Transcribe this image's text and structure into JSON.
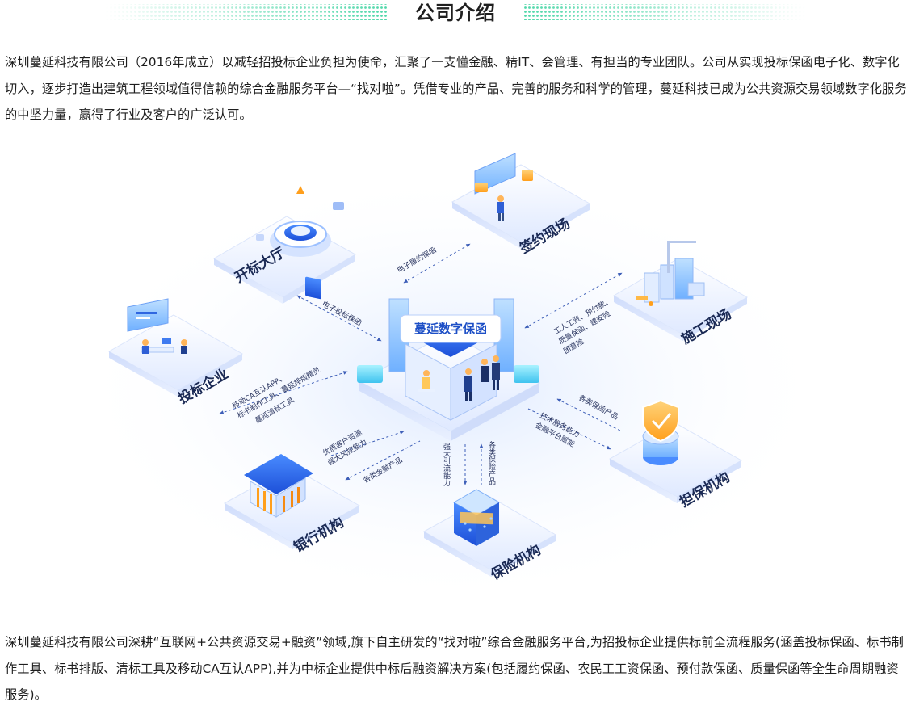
{
  "header": {
    "title": "公司介绍"
  },
  "intro": {
    "top": "深圳蔓延科技有限公司（2016年成立）以减轻招投标企业负担为使命，汇聚了一支懂金融、精IT、会管理、有担当的专业团队。公司从实现投标保函电子化、数字化切入，逐步打造出建筑工程领域值得信赖的综合金融服务平台—“找对啦”。凭借专业的产品、完善的服务和科学的管理，蔓延科技已成为公共资源交易领域数字化服务的中坚力量，赢得了行业及客户的广泛认可。",
    "bottom": "深圳蔓延科技有限公司深耕“互联网+公共资源交易+融资”领域,旗下自主研发的“找对啦”综合金融服务平台,为招投标企业提供标前全流程服务(涵盖投标保函、标书制作工具、标书排版、清标工具及移动CA互认APP),并为中标企业提供中标后融资解决方案(包括履约保函、农民工工资保函、预付款保函、质量保函等全生命周期融资服务)。"
  },
  "diagram": {
    "center": {
      "label": "蔓延数字保函"
    },
    "nodes": {
      "bid_hall": "开标大厅",
      "signing": "签约现场",
      "construction": "施工现场",
      "bidding_company": "投标企业",
      "guarantee": "担保机构",
      "bank": "银行机构",
      "insurance": "保险机构"
    },
    "flows": {
      "bid_hall": "电子投标保函",
      "signing": "电子履约保函",
      "construction": [
        "工人工资、预付款、",
        "质量保函、建安险",
        "团意险"
      ],
      "bidding_company": [
        "移动CA互认APP、",
        "标书制作工具、蔓延排版精灵",
        "蔓延清标工具"
      ],
      "guarantee_in": "各类保函产品",
      "guarantee_out": [
        "技术服务能力",
        "金融平台赋能"
      ],
      "bank_in": [
        "优质客户资源",
        "强大风控能力"
      ],
      "bank_out": "各类金融产品",
      "insurance_in": [
        "强大引流能力"
      ],
      "insurance_out": [
        "各类保险产品"
      ]
    }
  }
}
